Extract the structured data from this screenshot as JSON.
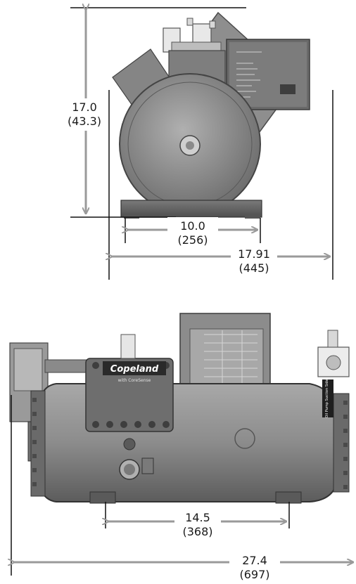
{
  "diagram": {
    "front_view": {
      "height": {
        "value": "17.0",
        "metric": "(43.3)"
      },
      "feet_spacing": {
        "value": "10.0",
        "metric": "(256)"
      },
      "overall_width": {
        "value": "17.91",
        "metric": "(445)"
      }
    },
    "side_view": {
      "brand_logo": "Copeland",
      "brand_sub": "with CoreSense",
      "side_label": "Oil Pump Suction Side",
      "feet_spacing": {
        "value": "14.5",
        "metric": "(368)"
      },
      "overall_length": {
        "value": "27.4",
        "metric": "(697)"
      }
    }
  },
  "colors": {
    "body": "#8a8a8a",
    "body_dark": "#5e5e5e",
    "body_light": "#b4b4b4",
    "dimension_arrow": "#9a9a9a",
    "dimension_line": "#111111"
  }
}
